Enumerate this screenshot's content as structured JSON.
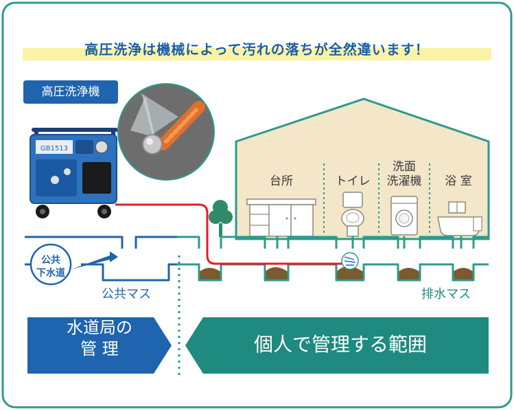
{
  "headline": "高圧洗浄は機械によって汚れの落ちが全然違います！",
  "machine": {
    "tag": "高圧洗浄機",
    "model": "GB1513"
  },
  "house": {
    "rooms": [
      {
        "label": "台所"
      },
      {
        "label": "トイレ"
      },
      {
        "label": "洗面\n洗濯機"
      },
      {
        "label": "浴 室"
      }
    ]
  },
  "labels": {
    "public_road": "公共\n下水道",
    "public_mass": "公共マス",
    "drain_mass": "排水マス"
  },
  "bands": {
    "left": "水道局の\n管 理",
    "right": "個人で管理する範囲"
  },
  "colors": {
    "frame": "#2d9a8e",
    "blue": "#1e64ae",
    "teal": "#1e8a80",
    "house_fill": "#f3e6c9",
    "red_hose": "#e31c23",
    "dirt": "#7a5a2e",
    "highlight": "#fdf3a6"
  },
  "icons": [
    "pressure-washer-icon",
    "nozzle-closeup-icon",
    "tree-icon",
    "kitchen-counter-icon",
    "toilet-icon",
    "washing-machine-icon",
    "bathtub-icon"
  ]
}
